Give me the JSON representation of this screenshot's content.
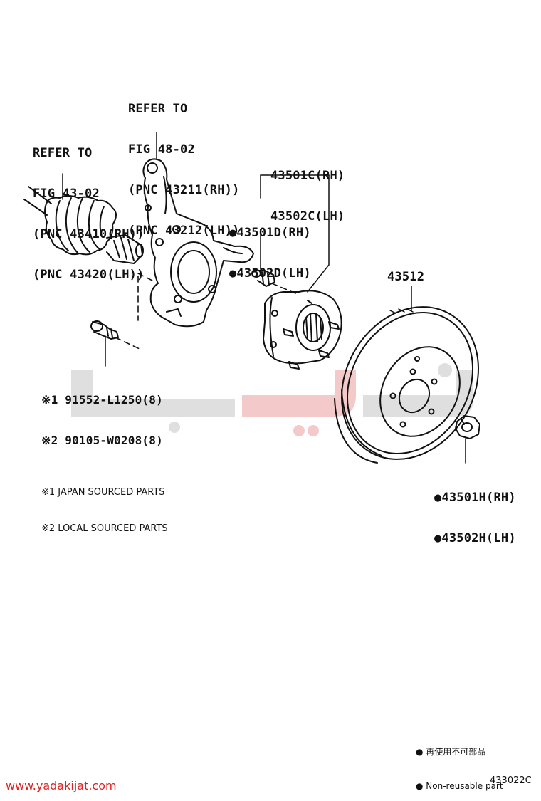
{
  "shaft_ref": {
    "lines": [
      "REFER TO",
      "FIG 43-02",
      "(PNC 43410(RH))",
      "(PNC 43420(LH))"
    ]
  },
  "knuckle_ref": {
    "lines": [
      "REFER TO",
      "FIG 48-02",
      "(PNC 43211(RH))",
      "(PNC 43212(LH))"
    ]
  },
  "hub_label": {
    "lines": [
      "43501C(RH)",
      "43502C(LH)"
    ]
  },
  "hub_bolt_label": {
    "lines": [
      "●43501D(RH)",
      "●43502D(LH)"
    ]
  },
  "rotor_label": {
    "text": "43512"
  },
  "nut_label": {
    "lines": [
      "●43501H(RH)",
      "●43502H(LH)"
    ]
  },
  "bolt_parts": {
    "lines": [
      "※1 91552-L1250(8)",
      "※2 90105-W0208(8)"
    ]
  },
  "source_notes": {
    "lines": [
      "※1 JAPAN SOURCED PARTS",
      "※2 LOCAL SOURCED PARTS"
    ]
  },
  "legend": {
    "lines": [
      "● 再使用不可部品",
      "● Non-reusable part"
    ]
  },
  "figure_code": "433022C",
  "watermark_url": "www.yadakijat.com",
  "colors": {
    "line": "#111111",
    "watermark": "#d9d9d9",
    "watermark_accent": "#f3c6c6",
    "url": "#d22222"
  }
}
